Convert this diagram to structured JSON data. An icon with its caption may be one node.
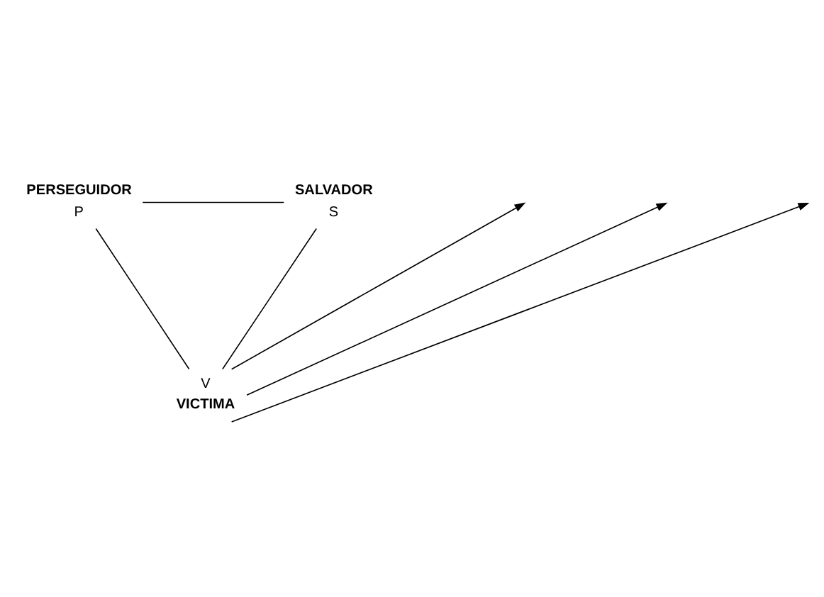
{
  "diagram": {
    "nodes": [
      {
        "text": [
          "P"
        ],
        "beside": [
          "PERSEGUIDOR"
        ]
      },
      {
        "text": [
          "S"
        ],
        "beside": [
          "SALVADOR"
        ]
      },
      {
        "text": [
          "V"
        ],
        "beside": [
          "VICTIMA"
        ]
      }
    ],
    "edges": [
      {
        "from": 0,
        "to": 1,
        "arrow": "none"
      },
      {
        "from": 1,
        "to": 2,
        "arrow": "none"
      },
      {
        "from": 2,
        "to": 0,
        "arrow": "none"
      },
      {
        "from": 2,
        "to": null,
        "arrow": "to"
      },
      {
        "from": 2,
        "to": null,
        "arrow": "to"
      },
      {
        "from": 2,
        "to": null,
        "arrow": "to"
      }
    ]
  }
}
